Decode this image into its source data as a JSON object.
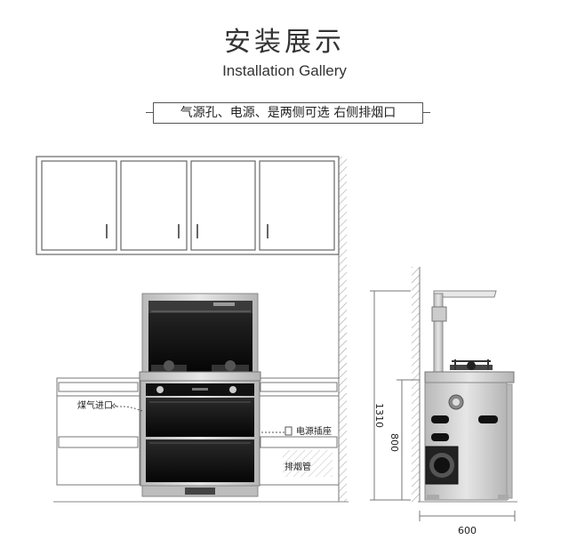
{
  "header": {
    "title_cn": "安装展示",
    "title_en": "Installation Gallery",
    "subtitle": "气源孔、电源、是两侧可选 右侧排烟口"
  },
  "labels": {
    "gas_inlet": "煤气进口",
    "power_socket": "电源插座",
    "exhaust_pipe": "排烟管"
  },
  "dimensions": {
    "total_height": "1310",
    "counter_height": "800",
    "depth": "600"
  },
  "colors": {
    "line": "#6b6b6b",
    "steel": "#c8c8c8",
    "glass": "#111111"
  }
}
